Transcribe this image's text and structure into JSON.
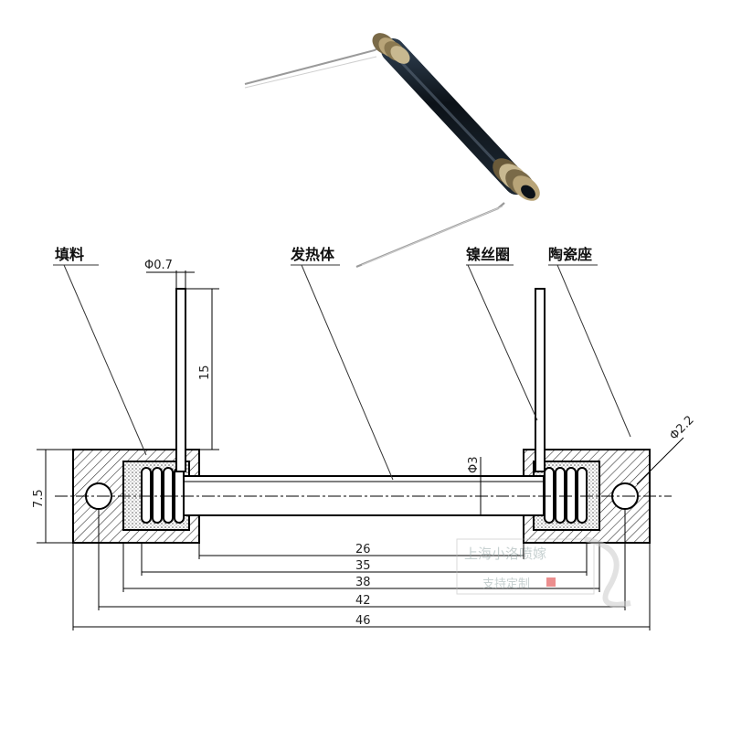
{
  "labels": {
    "filler": "填料",
    "heater": "发热体",
    "coil": "镍丝圈",
    "base": "陶瓷座"
  },
  "dimensions": {
    "wire_diameter": "Φ0.7",
    "lead_length": "15",
    "body_diameter": "Φ3",
    "hole_diameter": "Φ2.2",
    "height": "7.5",
    "d26": "26",
    "d35": "35",
    "d38": "38",
    "d42": "42",
    "d46": "46"
  },
  "watermark": {
    "line1": "上海小洛喷嫁",
    "line2": "支持定制"
  }
}
